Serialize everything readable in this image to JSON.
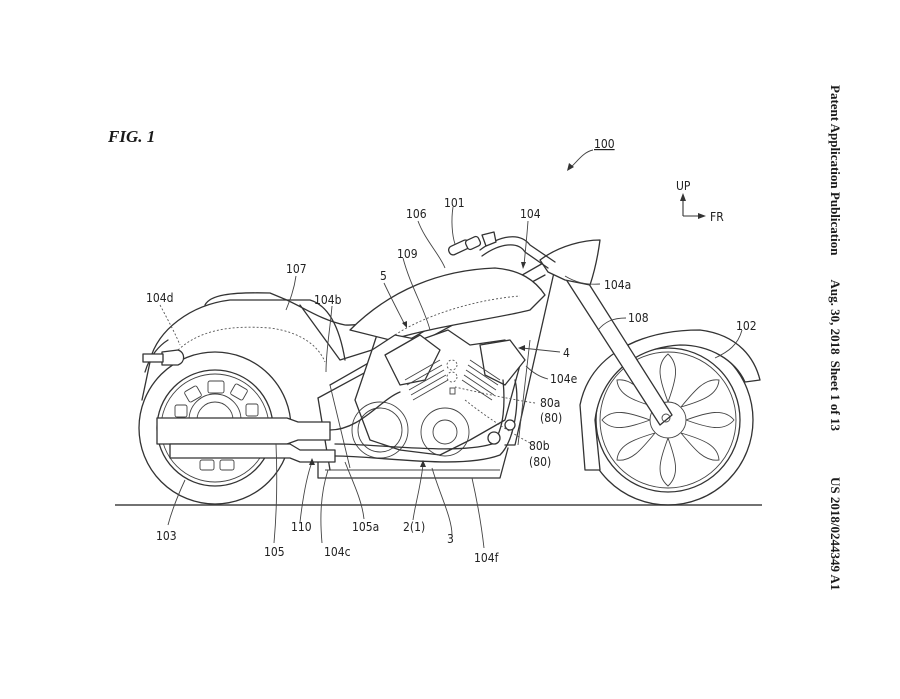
{
  "figure": {
    "title": "FIG. 1",
    "reference_main": "100",
    "orientation": {
      "up_label": "UP",
      "front_label": "FR"
    }
  },
  "header": {
    "publication": "Patent Application Publication",
    "date": "Aug. 30, 2018",
    "sheet": "Sheet 1 of 13",
    "number": "US 2018/0244349 A1"
  },
  "labels": {
    "l101": "101",
    "l106": "106",
    "l104": "104",
    "l107": "107",
    "l104d": "104d",
    "l5": "5",
    "l109": "109",
    "l104b": "104b",
    "l104a": "104a",
    "l108": "108",
    "l102": "102",
    "l4": "4",
    "l104e": "104e",
    "l80a": "80a",
    "l80a_group": "(80)",
    "l80b": "80b",
    "l80b_group": "(80)",
    "l103": "103",
    "l110": "110",
    "l105": "105",
    "l104c": "104c",
    "l105a": "105a",
    "l2": "2(1)",
    "l3": "3",
    "l104f": "104f"
  }
}
